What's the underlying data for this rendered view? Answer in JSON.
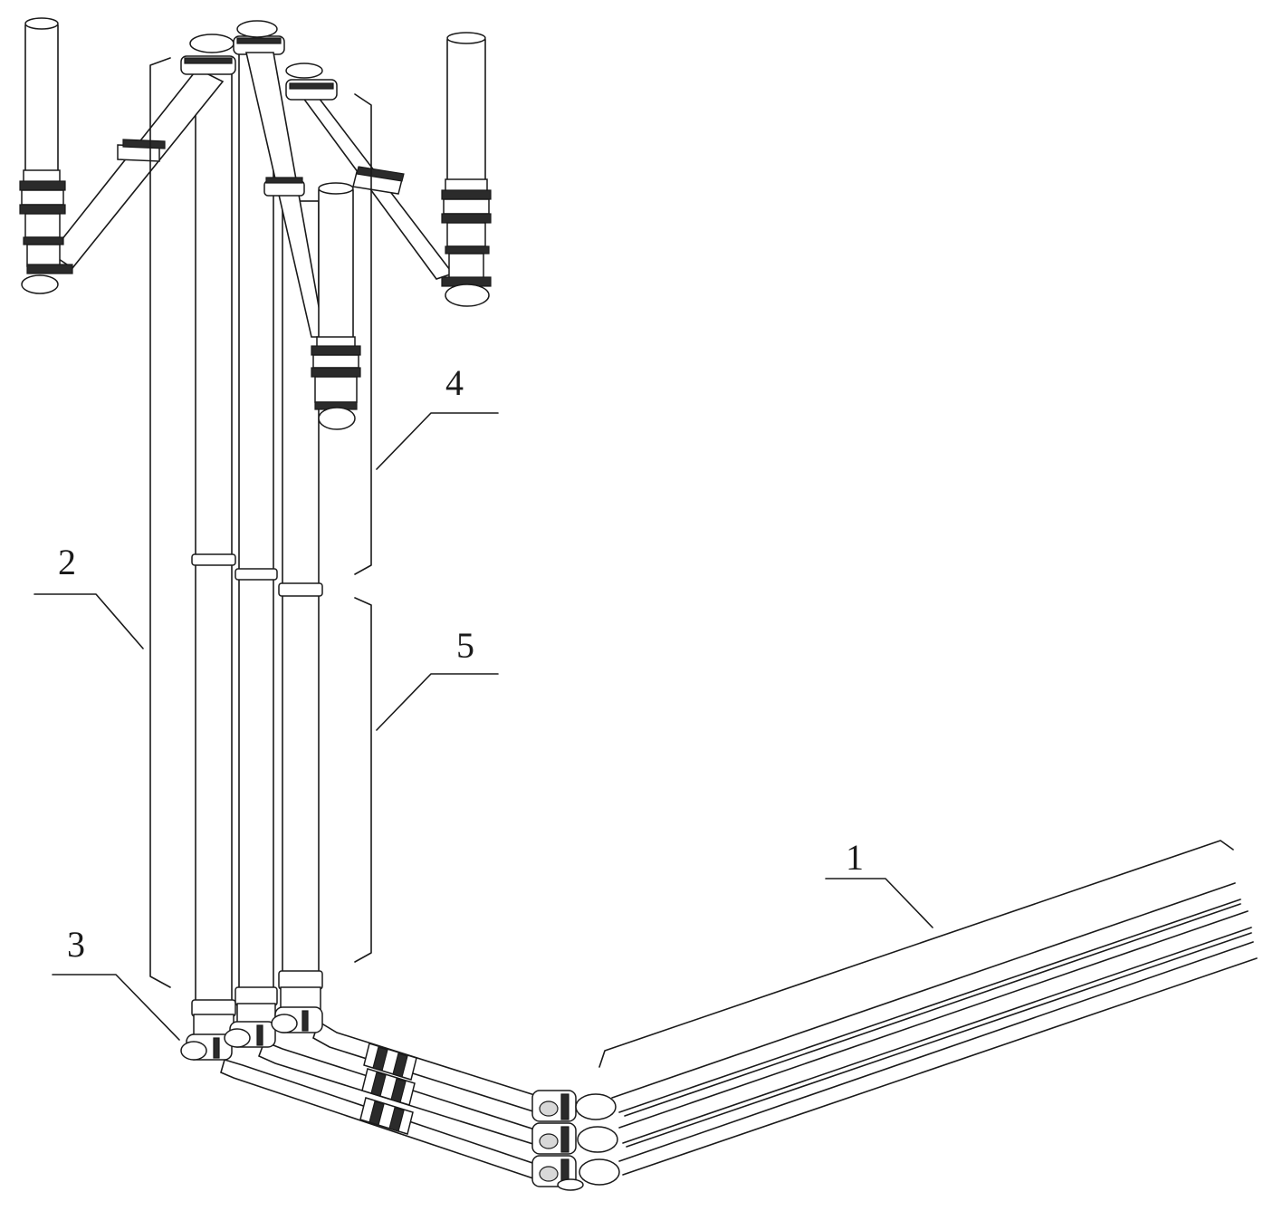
{
  "figure": {
    "labels": [
      {
        "id": "label-1",
        "text": "1"
      },
      {
        "id": "label-2",
        "text": "2"
      },
      {
        "id": "label-3",
        "text": "3"
      },
      {
        "id": "label-4",
        "text": "4"
      },
      {
        "id": "label-5",
        "text": "5"
      }
    ]
  },
  "colors": {
    "line": "#1a1a1a",
    "background": "#ffffff"
  }
}
